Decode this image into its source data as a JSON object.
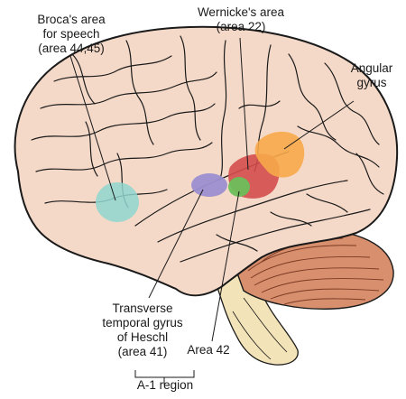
{
  "labels": {
    "broca": [
      "Broca's area",
      "for speech",
      "(area 44,45)"
    ],
    "wernicke": [
      "Wernicke's area",
      "(area 22)"
    ],
    "angular": [
      "Angular",
      "gyrus"
    ],
    "heschl": [
      "Transverse",
      "temporal gyrus",
      "of Heschl",
      "(area 41)"
    ],
    "area42": [
      "Area 42"
    ],
    "a1": [
      "A-1 region"
    ]
  },
  "colors": {
    "brain_fill": "#f5d9c8",
    "brain_outline": "#1a1a1a",
    "cerebellum": "#d88f6e",
    "brainstem": "#f3e3b8",
    "broca_region": "#8fd6cf",
    "wernicke_region": "#d44c4c",
    "angular_region": "#f7a94a",
    "heschl_region": "#9b8fd1",
    "area42_region": "#6cbf5c"
  }
}
